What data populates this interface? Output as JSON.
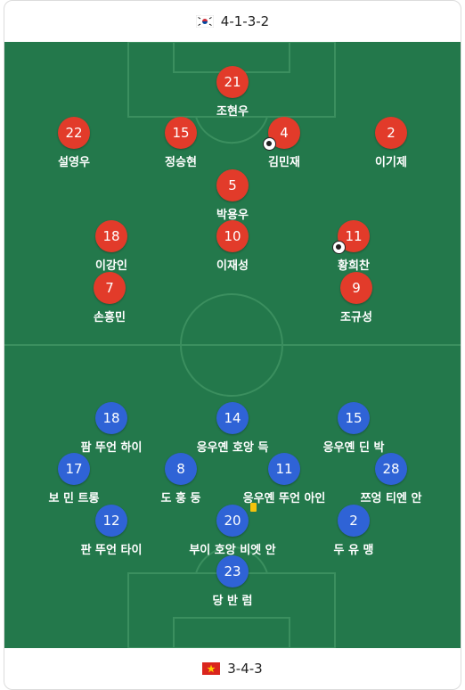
{
  "home": {
    "formation": "4-1-3-2",
    "flag": "south-korea-flag",
    "color": "#e23b2a",
    "players": [
      {
        "number": "21",
        "name": "조현우"
      },
      {
        "number": "22",
        "name": "설영우"
      },
      {
        "number": "15",
        "name": "정승현"
      },
      {
        "number": "4",
        "name": "김민재"
      },
      {
        "number": "2",
        "name": "이기제"
      },
      {
        "number": "5",
        "name": "박용우"
      },
      {
        "number": "18",
        "name": "이강인"
      },
      {
        "number": "10",
        "name": "이재성"
      },
      {
        "number": "11",
        "name": "황희찬"
      },
      {
        "number": "7",
        "name": "손흥민"
      },
      {
        "number": "9",
        "name": "조규성"
      }
    ]
  },
  "away": {
    "formation": "3-4-3",
    "flag": "vietnam-flag",
    "color": "#2f63d6",
    "players": [
      {
        "number": "18",
        "name": "팜 뚜언 하이"
      },
      {
        "number": "14",
        "name": "응우옌 호앙 득"
      },
      {
        "number": "15",
        "name": "응우옌 딘 박"
      },
      {
        "number": "17",
        "name": "보 민 트롱"
      },
      {
        "number": "8",
        "name": "도 훙 둥"
      },
      {
        "number": "11",
        "name": "응우옌 뚜언 아인"
      },
      {
        "number": "28",
        "name": "쯔엉 티엔 안"
      },
      {
        "number": "12",
        "name": "판 뚜언 타이"
      },
      {
        "number": "20",
        "name": "부이 호앙 비엣 안"
      },
      {
        "number": "2",
        "name": "두 유 맹"
      },
      {
        "number": "23",
        "name": "당 반 럼"
      }
    ]
  },
  "pitch_color": "#23784b"
}
